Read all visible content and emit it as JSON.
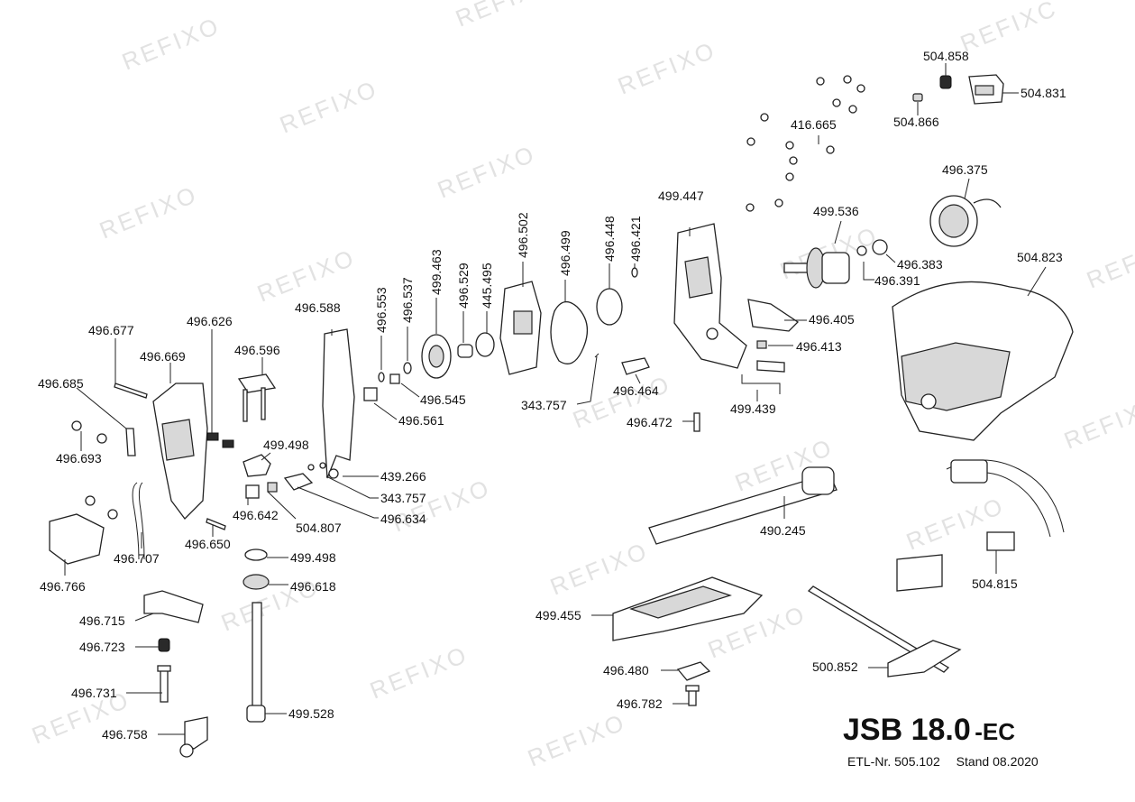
{
  "watermark": "REFIXO",
  "watermark_alt": "REFIXC",
  "title": {
    "model": "JSB 18.0",
    "suffix": "-EC"
  },
  "subtitle": {
    "etl": "ETL-Nr. 505.102",
    "stand": "Stand 08.2020"
  },
  "parts": {
    "p504858": "504.858",
    "p504831": "504.831",
    "p504866": "504.866",
    "p416665": "416.665",
    "p496375": "496.375",
    "p499447": "499.447",
    "p499536": "499.536",
    "p496383": "496.383",
    "p496391": "496.391",
    "p504823": "504.823",
    "p496405": "496.405",
    "p496413": "496.413",
    "p499439": "499.439",
    "p496421": "496.421",
    "p496448": "496.448",
    "p496499": "496.499",
    "p496502": "496.502",
    "p445495": "445.495",
    "p496529": "496.529",
    "p499463": "499.463",
    "p496537": "496.537",
    "p496553": "496.553",
    "p496588": "496.588",
    "p496545": "496.545",
    "p496561": "496.561",
    "p343757a": "343.757",
    "p496464": "496.464",
    "p496472": "496.472",
    "p496677": "496.677",
    "p496626": "496.626",
    "p496669": "496.669",
    "p496596": "496.596",
    "p496685": "496.685",
    "p496693": "496.693",
    "p499498a": "499.498",
    "p439266": "439.266",
    "p343757b": "343.757",
    "p496634": "496.634",
    "p496642": "496.642",
    "p504807": "504.807",
    "p496650": "496.650",
    "p496707": "496.707",
    "p496766": "496.766",
    "p499498b": "499.498",
    "p496618": "496.618",
    "p496715": "496.715",
    "p496723": "496.723",
    "p496731": "496.731",
    "p499528": "499.528",
    "p496758": "496.758",
    "p490245": "490.245",
    "p504815": "504.815",
    "p499455": "499.455",
    "p496480": "496.480",
    "p496782": "496.782",
    "p500852": "500.852"
  }
}
